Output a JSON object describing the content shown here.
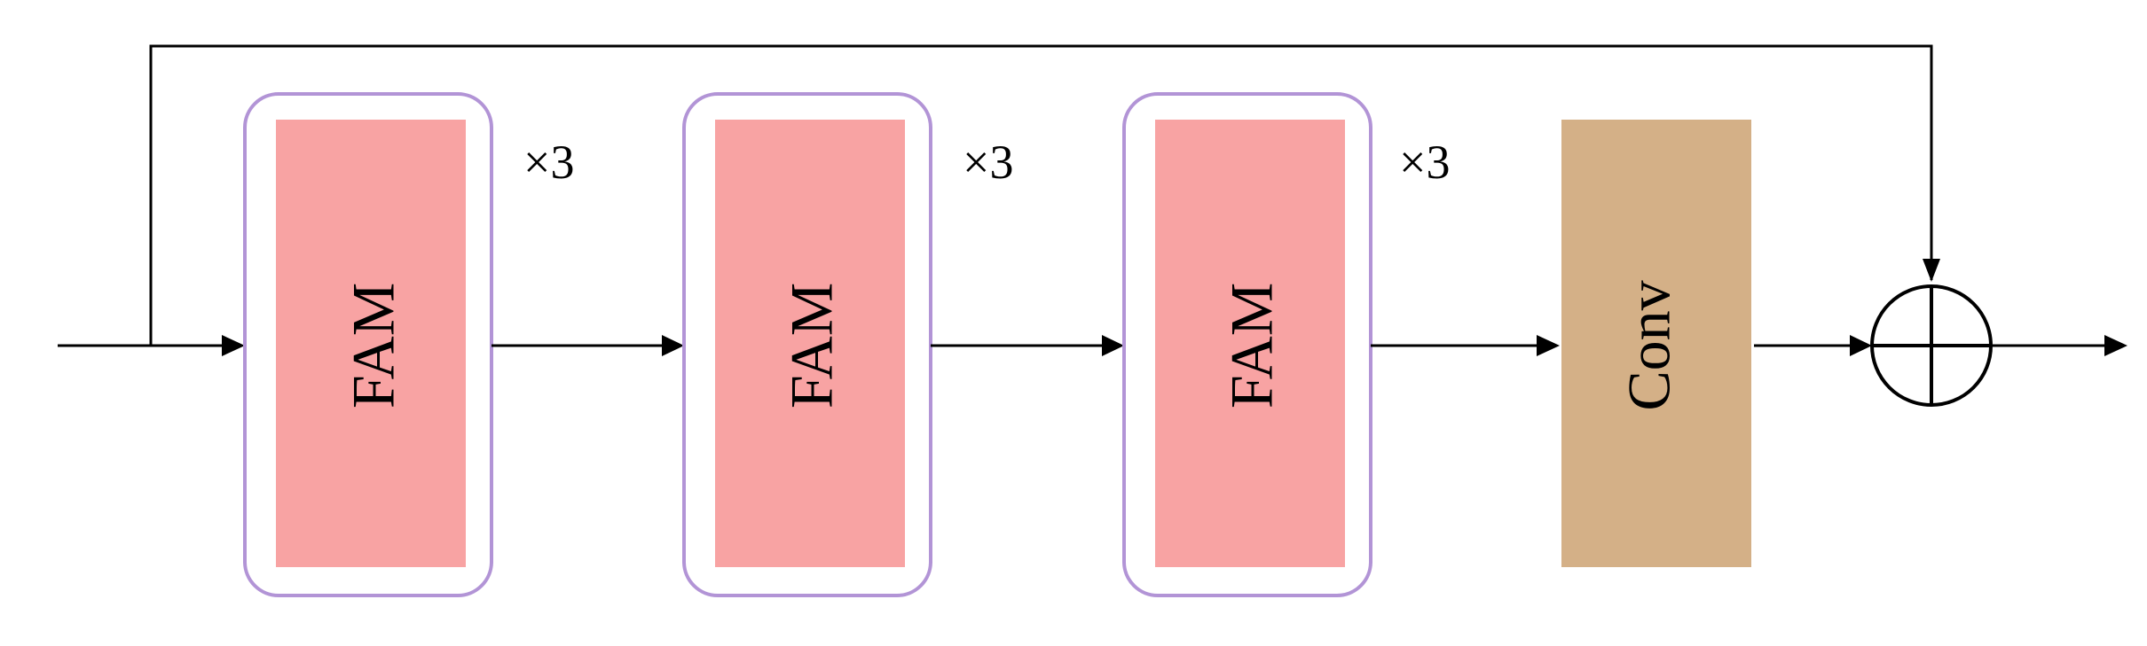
{
  "diagram": {
    "colors": {
      "fam_fill": "#f8a3a3",
      "fam_outline": "#b294d6",
      "conv_fill": "#d4b087",
      "line": "#000000",
      "background": "#ffffff"
    },
    "blocks": [
      {
        "id": "fam1",
        "label": "FAM",
        "repeat": "×3",
        "type": "FAM"
      },
      {
        "id": "fam2",
        "label": "FAM",
        "repeat": "×3",
        "type": "FAM"
      },
      {
        "id": "fam3",
        "label": "FAM",
        "repeat": "×3",
        "type": "FAM"
      },
      {
        "id": "conv",
        "label": "Conv",
        "type": "Conv"
      }
    ],
    "operator": {
      "name": "elementwise-sum",
      "symbol": "plus-in-circle"
    }
  }
}
